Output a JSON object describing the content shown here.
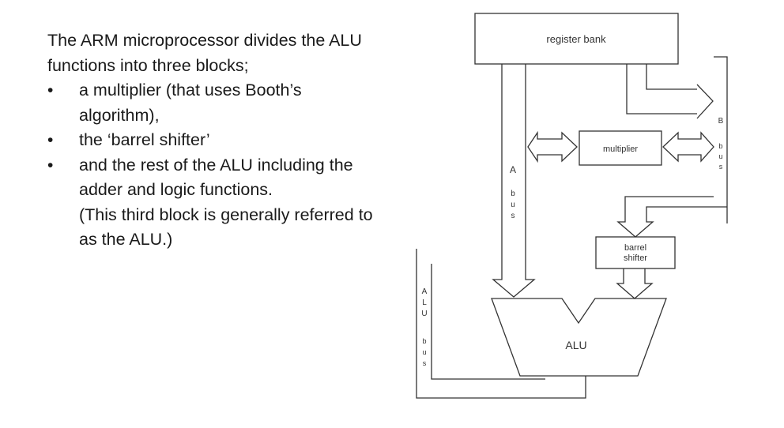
{
  "description": {
    "intro": "The ARM microprocessor divides the ALU functions into three blocks;",
    "bullets": [
      {
        "label": "a multiplier (that uses Booth’s algorithm),"
      },
      {
        "label": "the ‘barrel shifter’"
      },
      {
        "label": "and the rest of the ALU including the adder and logic functions.",
        "note": "(This third block is generally referred to as the ALU.)"
      }
    ]
  },
  "diagram": {
    "register_bank": "register bank",
    "multiplier": "multiplier",
    "barrel_shifter": [
      "barrel",
      "shifter"
    ],
    "alu": "ALU",
    "a_bus": [
      "A",
      "b",
      "u",
      "s"
    ],
    "b_bus": [
      "B",
      "b",
      "u",
      "s"
    ],
    "alu_bus": [
      "A",
      "L",
      "U",
      "b",
      "u",
      "s"
    ]
  },
  "colors": {
    "text": "#1a1a1a",
    "line": "#333333",
    "label": "#333333"
  }
}
